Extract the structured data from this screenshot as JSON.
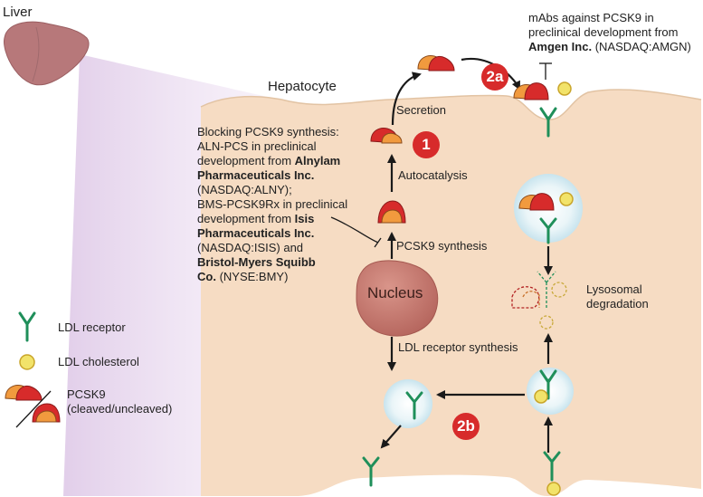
{
  "labels": {
    "liver": "Liver",
    "hepatocyte": "Hepatocyte",
    "secretion": "Secretion",
    "autocatalysis": "Autocatalysis",
    "pcsk9_synthesis": "PCSK9 synthesis",
    "nucleus": "Nucleus",
    "ldl_receptor_synthesis": "LDL receptor synthesis",
    "lysosomal_degradation": [
      "Lysosomal",
      "degradation"
    ]
  },
  "badges": {
    "b1": "1",
    "b2a": "2a",
    "b2b": "2b"
  },
  "amgen_note": [
    [
      {
        "text": "mAbs against PCSK9 in",
        "bold": false
      }
    ],
    [
      {
        "text": "preclinical development from",
        "bold": false
      }
    ],
    [
      {
        "text": "Amgen Inc.",
        "bold": true
      },
      {
        "text": " (NASDAQ:AMGN)",
        "bold": false
      }
    ]
  ],
  "blocking_note": [
    [
      {
        "text": "Blocking PCSK9 synthesis:",
        "bold": false
      }
    ],
    [
      {
        "text": "ALN-PCS in preclinical",
        "bold": false
      }
    ],
    [
      {
        "text": "development from ",
        "bold": false
      },
      {
        "text": "Alnylam",
        "bold": true
      }
    ],
    [
      {
        "text": "Pharmaceuticals Inc.",
        "bold": true
      }
    ],
    [
      {
        "text": "(NASDAQ:ALNY);",
        "bold": false
      }
    ],
    [
      {
        "text": "BMS-PCSK9Rx in preclinical",
        "bold": false
      }
    ],
    [
      {
        "text": "development from ",
        "bold": false
      },
      {
        "text": "Isis",
        "bold": true
      }
    ],
    [
      {
        "text": "Pharmaceuticals Inc.",
        "bold": true
      }
    ],
    [
      {
        "text": "(NASDAQ:ISIS) and",
        "bold": false
      }
    ],
    [
      {
        "text": "Bristol-Myers Squibb",
        "bold": true
      }
    ],
    [
      {
        "text": "Co.",
        "bold": true
      },
      {
        "text": " (NYSE:BMY)",
        "bold": false
      }
    ]
  ],
  "legend": {
    "ldl_receptor": "LDL receptor",
    "ldl_cholesterol": "LDL cholesterol",
    "pcsk9": [
      "PCSK9",
      "(cleaved/uncleaved)"
    ]
  },
  "colors": {
    "cell": "#f6dcc3",
    "liver": "#b7787a",
    "nucleus": "#c77a72",
    "pcsk9_red": "#d72b2b",
    "pcsk9_orange": "#f19a3e",
    "receptor": "#1f8f5a",
    "cholesterol": "#f2e36a",
    "badge": "#d72b2b"
  }
}
